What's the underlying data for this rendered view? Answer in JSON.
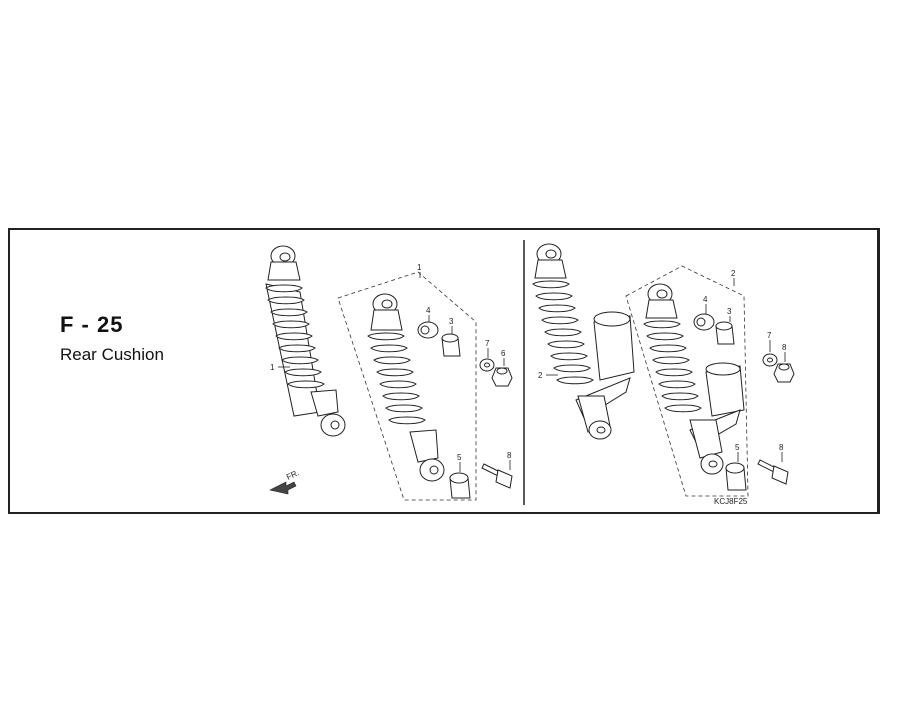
{
  "header": {
    "code": "F - 25",
    "name": "Rear Cushion"
  },
  "callouts": {
    "left": {
      "assembly": "1",
      "shock": "1",
      "bushing_top": "4",
      "collar": "3",
      "washer": "7",
      "nut": "6",
      "bushing_bottom": "5",
      "bolt": "8"
    },
    "right": {
      "assembly": "2",
      "shock": "2",
      "bushing_top": "4",
      "collar": "3",
      "washer": "7",
      "nut": "8",
      "bushing_bottom": "5",
      "bolt": "8"
    }
  },
  "direction_label": "FR.",
  "figure_code": "KCJ8F25",
  "icons": {
    "direction": "front-arrow-icon"
  }
}
